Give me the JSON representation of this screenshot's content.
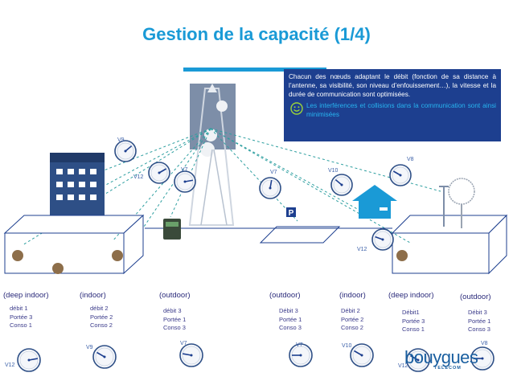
{
  "title": "Gestion de la capacité (1/4)",
  "callout": {
    "text": "Chacun des nœuds adaptant le débit (fonction de sa distance à l’antenne, sa visibilité, son niveau d’enfouissement…), la vitesse et la durée de communication sont optimisées.",
    "note": "Les interférences et collisions dans la communication sont ainsi minimisées"
  },
  "diagram_labels": [
    "V9",
    "V12",
    "V7",
    "V7",
    "V10",
    "V8",
    "V12"
  ],
  "nodes": [
    {
      "zone": "(deep indoor)",
      "stats": [
        "débit 1",
        "Portée 3",
        "Conso 1"
      ],
      "gauge": "V12"
    },
    {
      "zone": "(indoor)",
      "stats": [
        "débit 2",
        "Portée 2",
        "Conso 2"
      ],
      "gauge": "V9"
    },
    {
      "zone": "(outdoor)",
      "stats": [
        "débit 3",
        "Portée 1",
        "Conso 3"
      ],
      "gauge": "V7"
    },
    {
      "zone": "(outdoor)",
      "stats": [
        "Débit 3",
        "Portée 1",
        "Conso 3"
      ],
      "gauge": "V7"
    },
    {
      "zone": "(indoor)",
      "stats": [
        "Débit 2",
        "Portée 2",
        "Conso 2"
      ],
      "gauge": "V10"
    },
    {
      "zone": "(deep indoor)",
      "stats": [
        "Débit1",
        "Portée 3",
        "Conso 1"
      ],
      "gauge": "V12"
    },
    {
      "zone": "(outdoor)",
      "stats": [
        "Débit 3",
        "Portée 1",
        "Conso 3"
      ],
      "gauge": "V8"
    }
  ],
  "logo": {
    "text": "bouygues",
    "sub": "TELECOM"
  },
  "colors": {
    "title": "#1a9ad6",
    "callout_bg": "#1d3f8f",
    "callout_note": "#28b4f0",
    "link": "#2e9fa0",
    "building": "#2e4f86"
  }
}
